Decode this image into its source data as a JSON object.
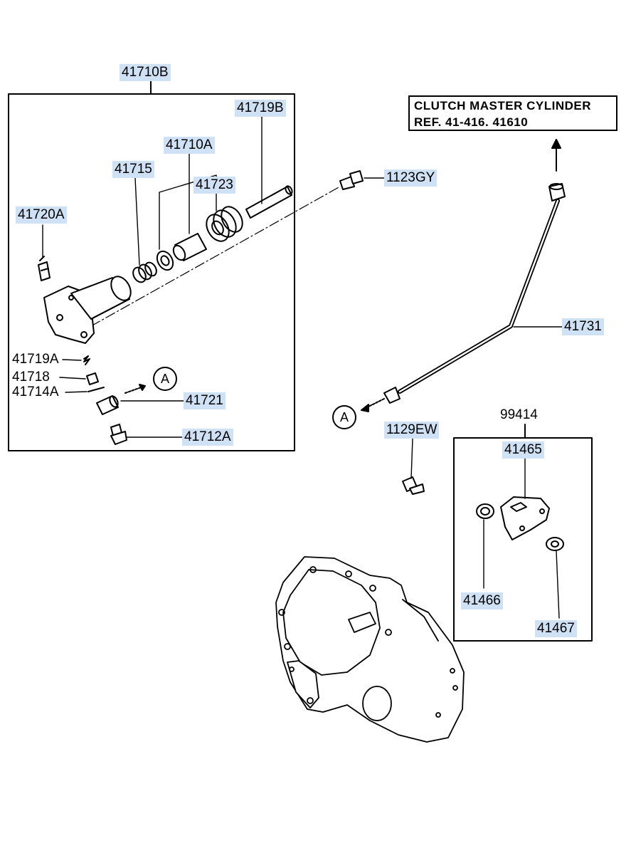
{
  "reference_box": {
    "line1": "CLUTCH MASTER CYLINDER",
    "line2": "REF. 41-416. 41610"
  },
  "view_marker": "A",
  "parts": [
    {
      "id": "41710B",
      "highlight": true
    },
    {
      "id": "41719B",
      "highlight": true
    },
    {
      "id": "41710A",
      "highlight": true
    },
    {
      "id": "41715",
      "highlight": true
    },
    {
      "id": "41723",
      "highlight": true
    },
    {
      "id": "41720A",
      "highlight": true
    },
    {
      "id": "1123GY",
      "highlight": true
    },
    {
      "id": "41719A",
      "highlight": false
    },
    {
      "id": "41718",
      "highlight": false
    },
    {
      "id": "41714A",
      "highlight": false
    },
    {
      "id": "41721",
      "highlight": true
    },
    {
      "id": "41712A",
      "highlight": true
    },
    {
      "id": "41731",
      "highlight": true
    },
    {
      "id": "99414",
      "highlight": false
    },
    {
      "id": "41465",
      "highlight": true
    },
    {
      "id": "1129EW",
      "highlight": true
    },
    {
      "id": "41466",
      "highlight": true
    },
    {
      "id": "41467",
      "highlight": true
    }
  ]
}
